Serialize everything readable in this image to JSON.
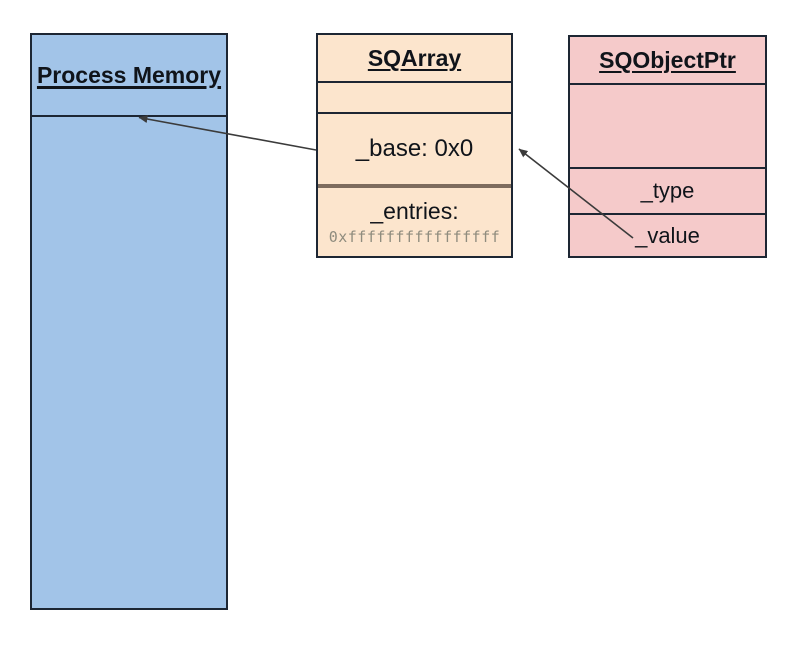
{
  "diagram": {
    "background_color": "#ffffff",
    "process_memory": {
      "title": "Process Memory",
      "fill_color": "#a2c4e8",
      "border_color": "#1d2633"
    },
    "sqarray": {
      "title": "SQArray",
      "fill_color": "#fce5cd",
      "fields": {
        "base": "_base: 0x0",
        "entries_label": "_entries:",
        "entries_value": "0xffffffffffffffff"
      },
      "divider_color": "#7e6c5e",
      "entries_value_color": "#8f8c7e"
    },
    "sqobjectptr": {
      "title": "SQObjectPtr",
      "fill_color": "#f5caca",
      "fields": {
        "type": "_type",
        "value": "_value"
      }
    },
    "arrows": {
      "color": "#3b3b3b",
      "items": [
        {
          "from": "SQArray _base field",
          "to": "Process Memory header"
        },
        {
          "from": "SQObjectPtr _value field",
          "to": "SQArray _base field"
        }
      ]
    }
  }
}
